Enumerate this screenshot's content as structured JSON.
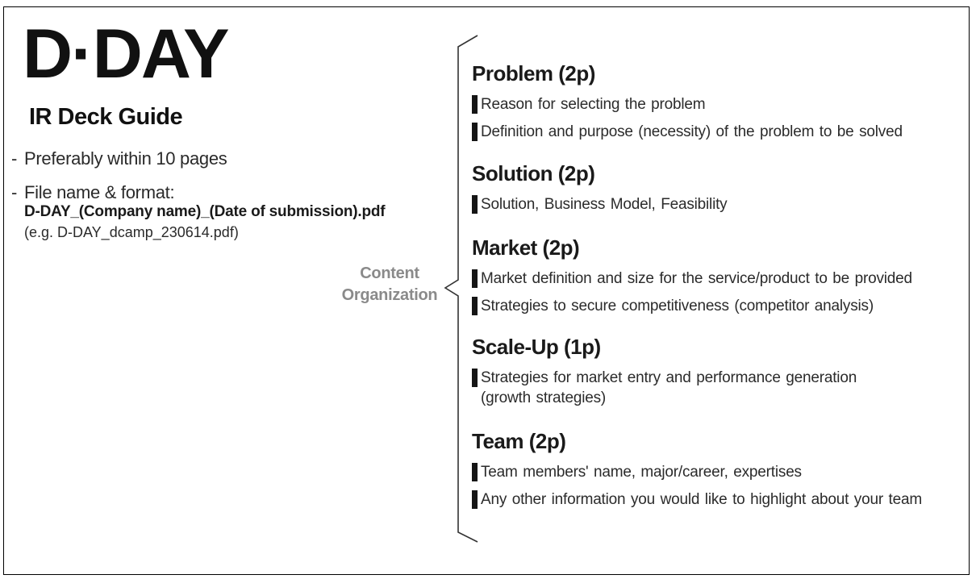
{
  "header": {
    "logo": "D·DAY",
    "subtitle": "IR Deck Guide"
  },
  "guidelines": {
    "note1": {
      "prefix": "-",
      "text": "Preferably within 10 pages"
    },
    "note2": {
      "prefix": "-",
      "text": "File name & format:",
      "filename": "D-DAY_(Company name)_(Date of submission).pdf",
      "example": "(e.g. D-DAY_dcamp_230614.pdf)"
    }
  },
  "content_label": {
    "line1": "Content",
    "line2": "Organization"
  },
  "sections": [
    {
      "title": "Problem (2p)",
      "items": [
        {
          "text": "Reason for selecting the problem"
        },
        {
          "text": "Definition and purpose (necessity) of the problem to be solved"
        }
      ]
    },
    {
      "title": "Solution (2p)",
      "items": [
        {
          "text": "Solution, Business Model, Feasibility"
        }
      ]
    },
    {
      "title": "Market (2p)",
      "items": [
        {
          "text": "Market definition and size for the service/product to be provided"
        },
        {
          "text": "Strategies to secure competitiveness (competitor analysis)"
        }
      ]
    },
    {
      "title": "Scale-Up (1p)",
      "items": [
        {
          "text": "Strategies for market entry and performance generation",
          "continuation": "(growth strategies)"
        }
      ]
    },
    {
      "title": "Team (2p)",
      "items": [
        {
          "text": "Team members' name, major/career, expertises"
        },
        {
          "text": "Any other information you would like to highlight about your team"
        }
      ]
    }
  ],
  "colors": {
    "text": "#222222",
    "heading": "#1a1a1a",
    "bullet_bar": "#151515",
    "label_gray": "#8a8a8a",
    "border": "#000000"
  }
}
